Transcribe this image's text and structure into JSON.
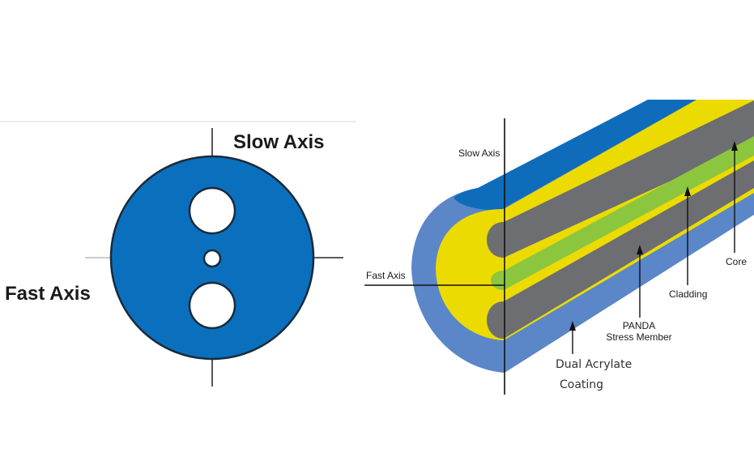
{
  "cross_section": {
    "slow_axis_label": "Slow Axis",
    "fast_axis_label": "Fast Axis"
  },
  "fiber_3d": {
    "slow_axis_label": "Slow Axis",
    "fast_axis_label": "Fast Axis",
    "core_label": "Core",
    "cladding_label": "Cladding",
    "stress_member_line1": "PANDA",
    "stress_member_line2": "Stress Member",
    "coating_line1": "Dual Acrylate",
    "coating_line2": "Coating"
  },
  "colors": {
    "cross_section_fill": "#0a70bd",
    "coating_outer": "#5b86c8",
    "coating_top": "#0e6cbb",
    "cladding": "#ecdb00",
    "stress_member": "#6d6e71",
    "core": "#8cc63e"
  }
}
